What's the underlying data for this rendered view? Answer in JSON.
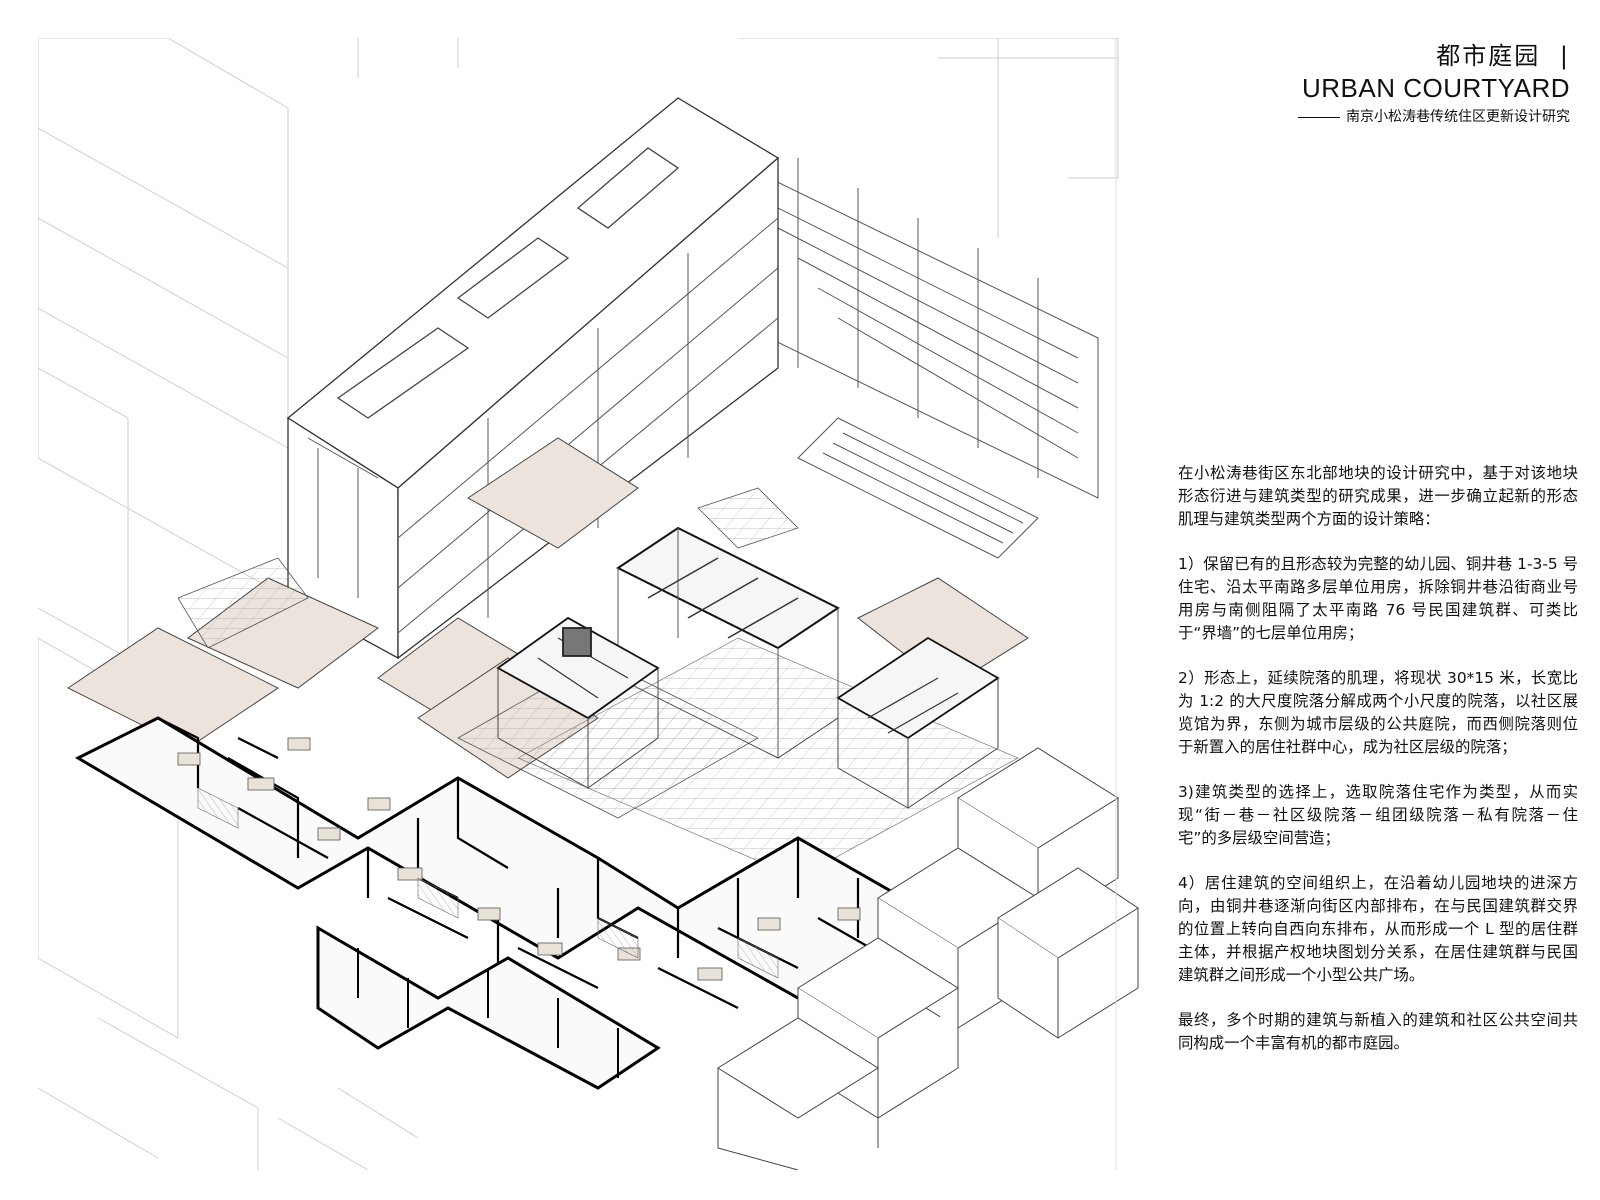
{
  "title": {
    "cn": "都市庭园",
    "separator": "|",
    "en": "URBAN COURTYARD",
    "subtitle": "南京小松涛巷传统住区更新设计研究"
  },
  "paragraphs": [
    "在小松涛巷街区东北部地块的设计研究中，基于对该地块形态衍进与建筑类型的研究成果，进一步确立起新的形态肌理与建筑类型两个方面的设计策略：",
    "1）保留已有的且形态较为完整的幼儿园、铜井巷 1-3-5 号住宅、沿太平南路多层单位用房，拆除铜井巷沿街商业号用房与南侧阻隔了太平南路 76 号民国建筑群、可类比于“界墙”的七层单位用房；",
    "2）形态上，延续院落的肌理，将现状 30*15 米，长宽比为 1:2 的大尺度院落分解成两个小尺度的院落，以社区展览馆为界，东侧为城市层级的公共庭院，而西侧院落则位于新置入的居住社群中心，成为社区层级的院落；",
    "3)建筑类型的选择上，选取院落住宅作为类型，从而实现“街－巷－社区级院落－组团级院落－私有院落－住宅”的多层级空间营造；",
    "4）居住建筑的空间组织上，在沿着幼儿园地块的进深方向，由铜井巷逐渐向街区内部排布，在与民国建筑群交界的位置上转向自西向东排布，从而形成一个 L 型的居住群主体，并根据产权地块图划分关系，在居住建筑群与民国建筑群之间形成一个小型公共广场。",
    "最终，多个时期的建筑与新植入的建筑和社区公共空间共同构成一个丰富有机的都市庭园。"
  ],
  "colors": {
    "line": "#333333",
    "roof_fill": "#ece3dc",
    "glass_fill": "#dcdcdc",
    "wall": "#000000"
  }
}
